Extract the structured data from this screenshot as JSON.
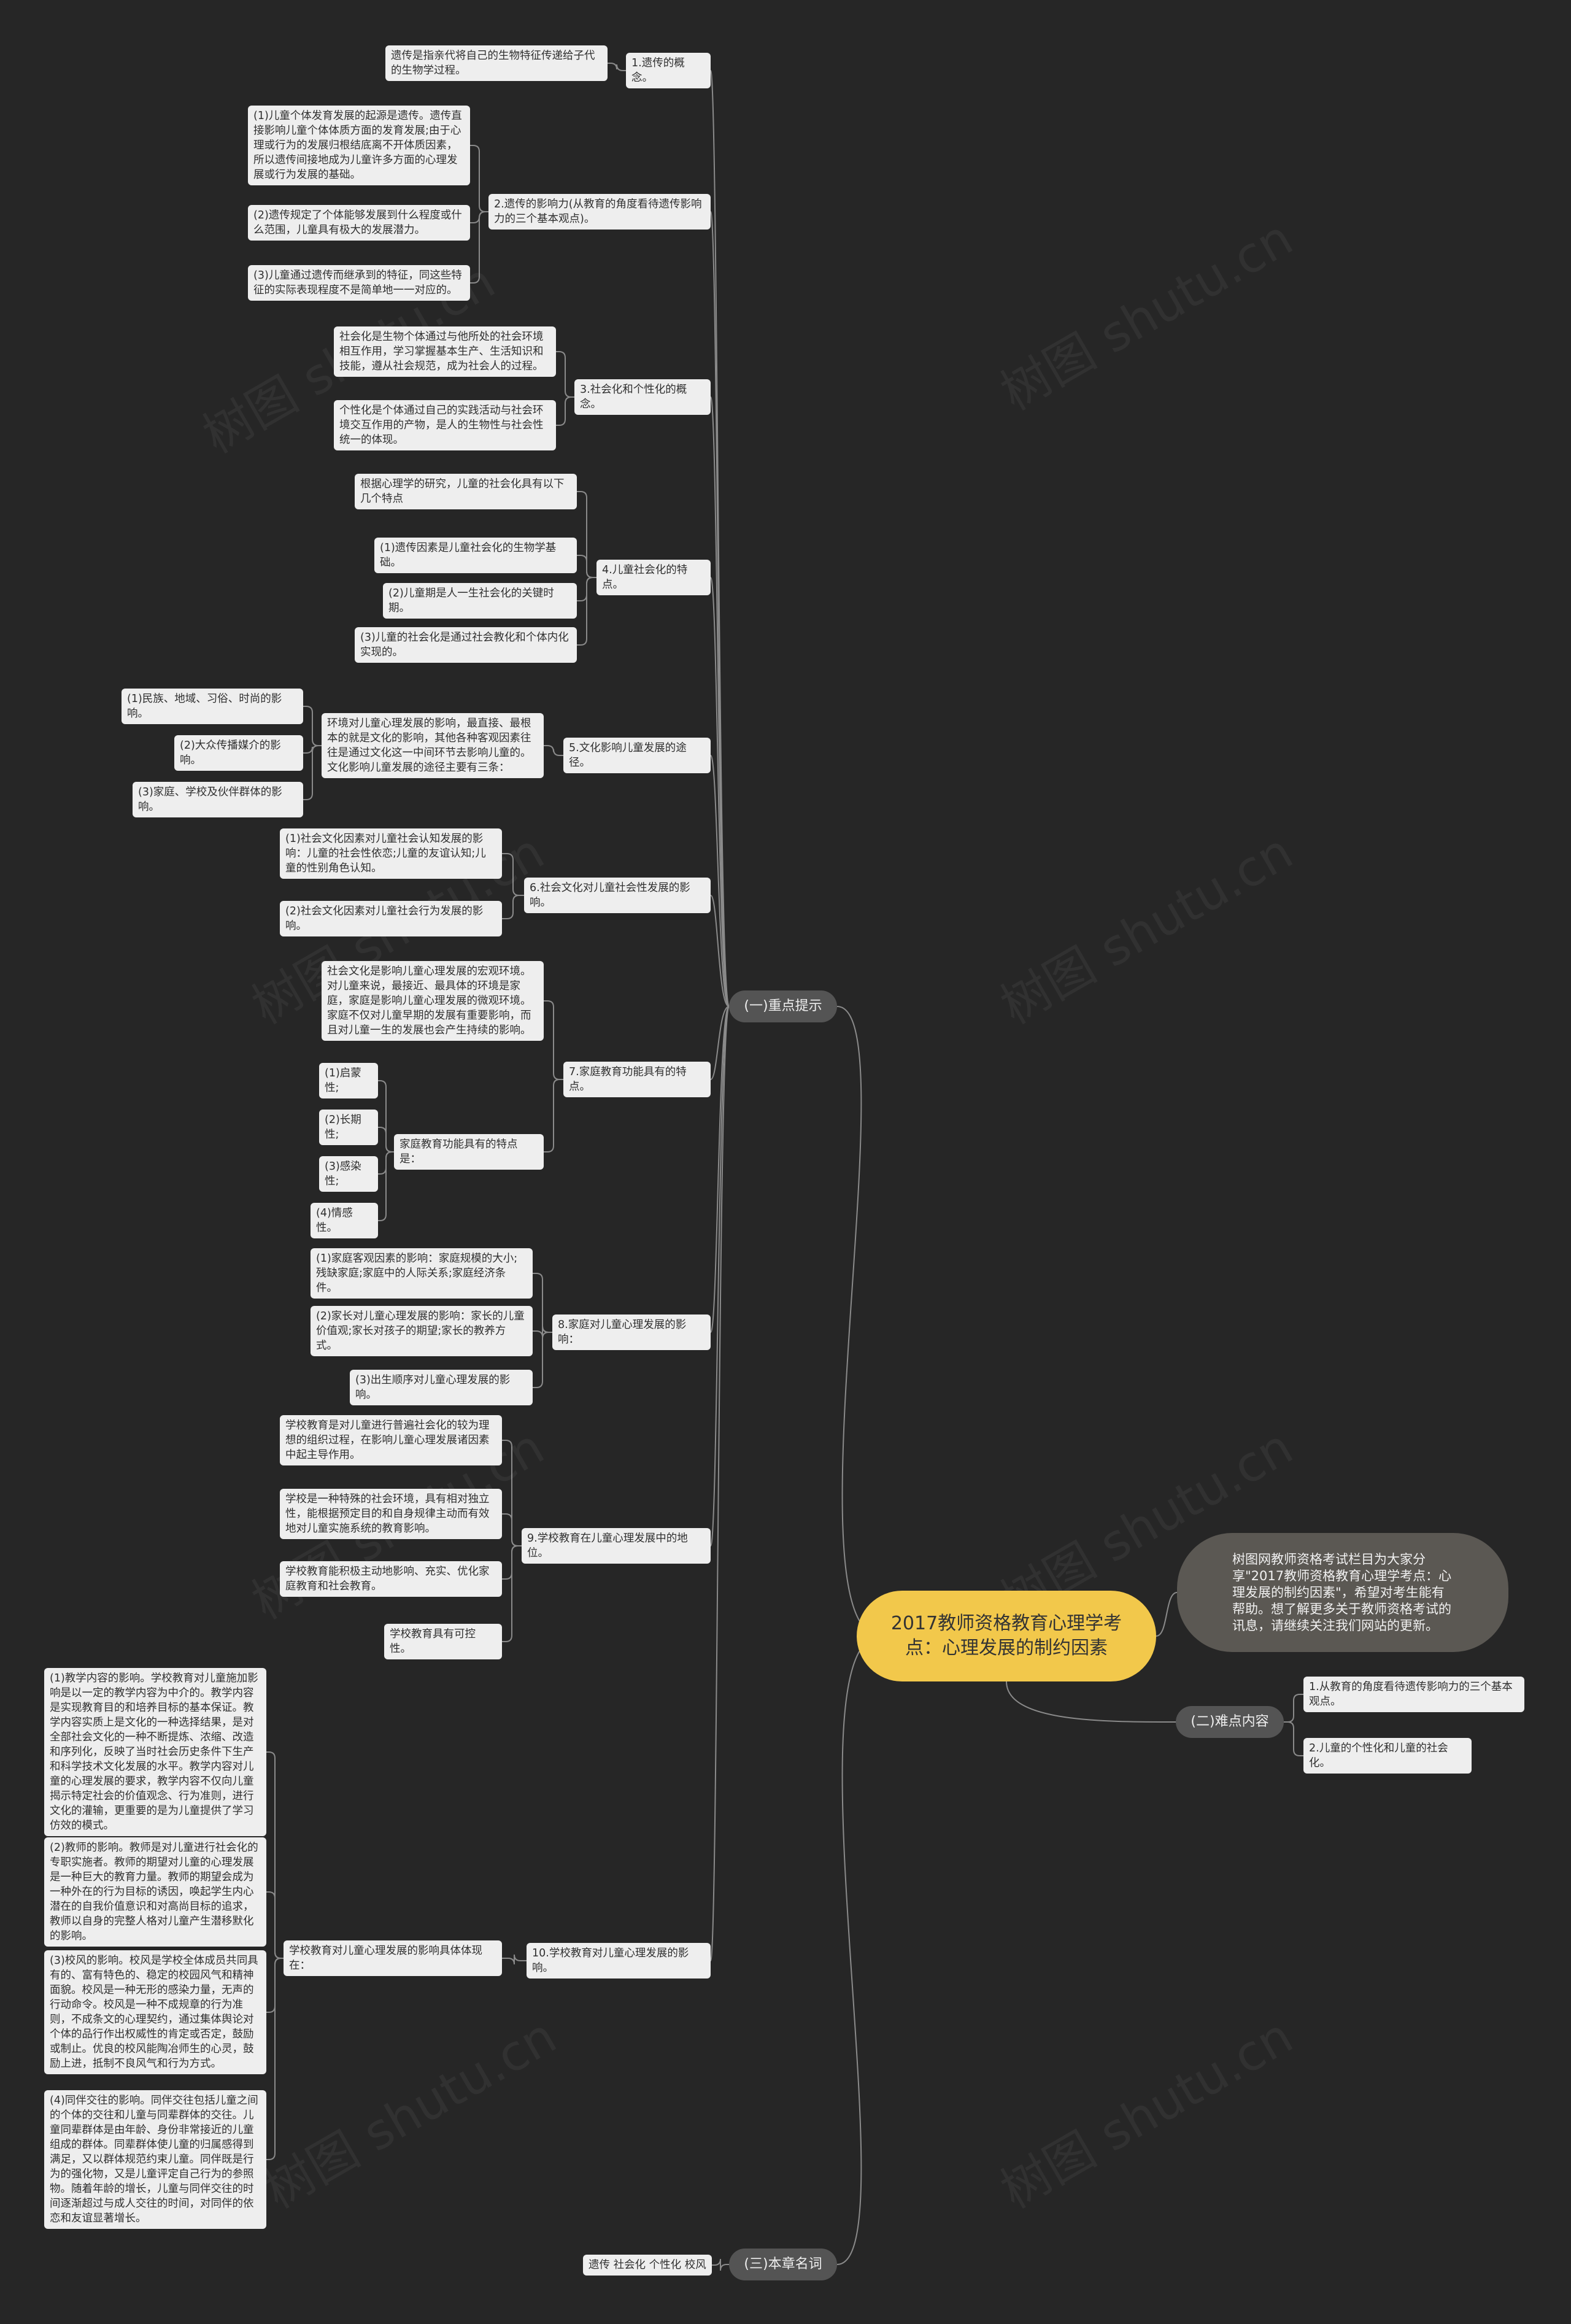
{
  "root": {
    "title": "2017教师资格教育心理学考点：心理发展的制约因素"
  },
  "intro": "树图网教师资格考试栏目为大家分享\"2017教师资格教育心理学考点：心理发展的制约因素\"，希望对考生能有帮助。想了解更多关于教师资格考试的讯息，请继续关注我们网站的更新。",
  "watermark": "树图 shutu.cn",
  "sections": {
    "s1": "(一)重点提示",
    "s2": "(二)难点内容",
    "s3": "(三)本章名词"
  },
  "topics": {
    "t1": "1.遗传的概念。",
    "t2": "2.遗传的影响力(从教育的角度看待遗传影响力的三个基本观点)。",
    "t3": "3.社会化和个性化的概念。",
    "t4": "4.儿童社会化的特点。",
    "t5": "5.文化影响儿童发展的途径。",
    "t6": "6.社会文化对儿童社会性发展的影响。",
    "t7": "7.家庭教育功能具有的特点。",
    "t8": "8.家庭对儿童心理发展的影响：",
    "t9": "9.学校教育在儿童心理发展中的地位。",
    "t10": "10.学校教育对儿童心理发展的影响。"
  },
  "details": {
    "t1a": "遗传是指亲代将自己的生物特征传递给子代的生物学过程。",
    "t2a": "(1)儿童个体发育发展的起源是遗传。遗传直接影响儿童个体体质方面的发育发展;由于心理或行为的发展归根结底离不开体质因素，所以遗传间接地成为儿童许多方面的心理发展或行为发展的基础。",
    "t2b": "(2)遗传规定了个体能够发展到什么程度或什么范围，儿童具有极大的发展潜力。",
    "t2c": "(3)儿童通过遗传而继承到的特征，同这些特征的实际表现程度不是简单地一一对应的。",
    "t3a": "社会化是生物个体通过与他所处的社会环境相互作用，学习掌握基本生产、生活知识和技能，遵从社会规范，成为社会人的过程。",
    "t3b": "个性化是个体通过自己的实践活动与社会环境交互作用的产物，是人的生物性与社会性统一的体现。",
    "t4a": "根据心理学的研究，儿童的社会化具有以下几个特点",
    "t4b": "(1)遗传因素是儿童社会化的生物学基础。",
    "t4c": "(2)儿童期是人一生社会化的关键时期。",
    "t4d": "(3)儿童的社会化是通过社会教化和个体内化实现的。",
    "t5a": "环境对儿童心理发展的影响，最直接、最根本的就是文化的影响，其他各种客观因素往往是通过文化这一中间环节去影响儿童的。文化影响儿童发展的途径主要有三条：",
    "t5a1": "(1)民族、地域、习俗、时尚的影响。",
    "t5a2": "(2)大众传播媒介的影响。",
    "t5a3": "(3)家庭、学校及伙伴群体的影响。",
    "t6a": "(1)社会文化因素对儿童社会认知发展的影响：儿童的社会性依恋;儿童的友谊认知;儿童的性别角色认知。",
    "t6b": "(2)社会文化因素对儿童社会行为发展的影响。",
    "t7a": "社会文化是影响儿童心理发展的宏观环境。对儿童来说，最接近、最具体的环境是家庭，家庭是影响儿童心理发展的微观环境。家庭不仅对儿童早期的发展有重要影响，而且对儿童一生的发展也会产生持续的影响。",
    "t7b": "家庭教育功能具有的特点是：",
    "t7b1": "(1)启蒙性;",
    "t7b2": "(2)长期性;",
    "t7b3": "(3)感染性;",
    "t7b4": "(4)情感性。",
    "t8a": "(1)家庭客观因素的影响：家庭规模的大小;残缺家庭;家庭中的人际关系;家庭经济条件。",
    "t8b": "(2)家长对儿童心理发展的影响：家长的儿童价值观;家长对孩子的期望;家长的教养方式。",
    "t8c": "(3)出生顺序对儿童心理发展的影响。",
    "t9a": "学校教育是对儿童进行普遍社会化的较为理想的组织过程，在影响儿童心理发展诸因素中起主导作用。",
    "t9b": "学校是一种特殊的社会环境，具有相对独立性，能根据预定目的和自身规律主动而有效地对儿童实施系统的教育影响。",
    "t9c": "学校教育能积极主动地影响、充实、优化家庭教育和社会教育。",
    "t9d": "学校教育具有可控性。",
    "t10a": "学校教育对儿童心理发展的影响具体体现在：",
    "t10a1": "(1)教学内容的影响。学校教育对儿童施加影响是以一定的教学内容为中介的。教学内容是实现教育目的和培养目标的基本保证。教学内容实质上是文化的一种选择结果，是对全部社会文化的一种不断提炼、浓缩、改造和序列化，反映了当时社会历史条件下生产和科学技术文化发展的水平。教学内容对儿童的心理发展的要求，教学内容不仅向儿童揭示特定社会的价值观念、行为准则，进行文化的灌输，更重要的是为儿童提供了学习仿效的模式。",
    "t10a2": "(2)教师的影响。教师是对儿童进行社会化的专职实施者。教师的期望对儿童的心理发展是一种巨大的教育力量。教师的期望会成为一种外在的行为目标的诱因，唤起学生内心潜在的自我价值意识和对高尚目标的追求，教师以自身的完整人格对儿童产生潜移默化的影响。",
    "t10a3": "(3)校风的影响。校风是学校全体成员共同具有的、富有特色的、稳定的校园风气和精神面貌。校风是一种无形的感染力量，无声的行动命令。校风是一种不成规章的行为准则，不成条文的心理契约，通过集体舆论对个体的品行作出权威性的肯定或否定，鼓励或制止。优良的校风能陶冶师生的心灵，鼓励上进，抵制不良风气和行为方式。",
    "t10a4": "(4)同伴交往的影响。同伴交往包括儿童之间的个体的交往和儿童与同辈群体的交往。儿童同辈群体是由年龄、身份非常接近的儿童组成的群体。同辈群体使儿童的归属感得到满足，又以群体规范约束儿童。同伴既是行为的强化物，又是儿童评定自己行为的参照物。随着年龄的增长，儿童与同伴交往的时间逐渐超过与成人交往的时间，对同伴的依恋和友谊显著增长。",
    "d1": "1.从教育的角度看待遗传影响力的三个基本观点。",
    "d2": "2.儿童的个性化和儿童的社会化。",
    "n1": "遗传 社会化 个性化 校风"
  }
}
